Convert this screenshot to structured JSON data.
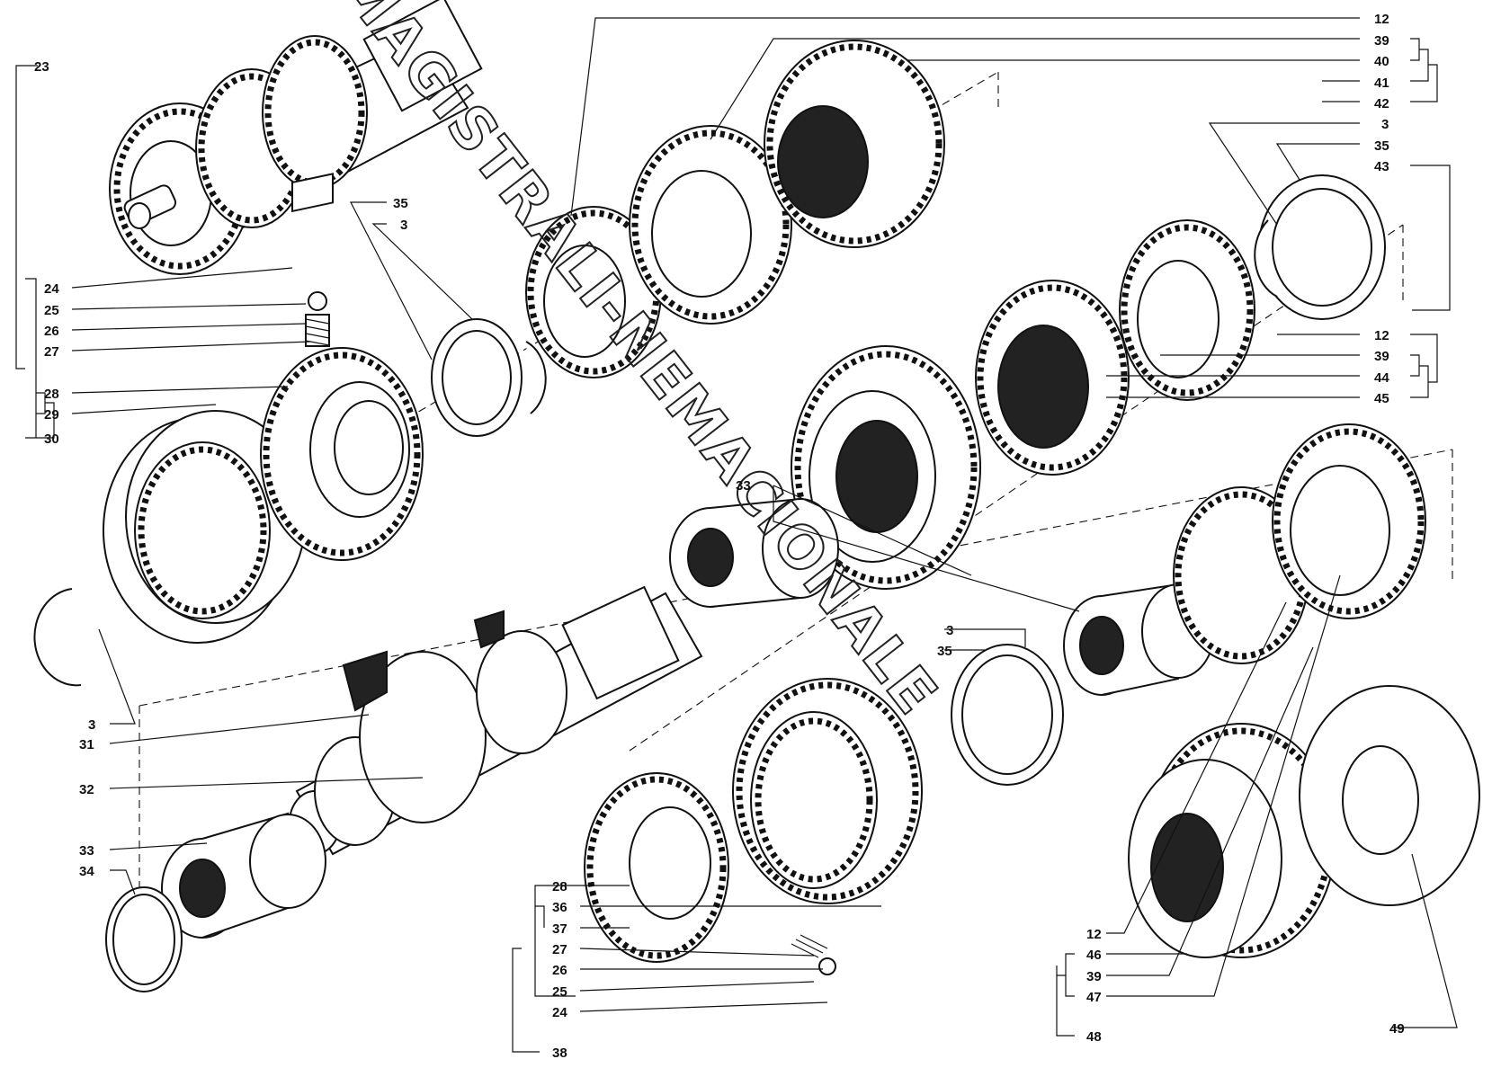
{
  "watermark": "MAGISTRALI-NEMACIONALE",
  "callouts": {
    "c12a": "12",
    "c39a": "39",
    "c40": "40",
    "c41": "41",
    "c42": "42",
    "c3a": "3",
    "c35a": "35",
    "c43": "43",
    "c12b": "12",
    "c39b": "39",
    "c44": "44",
    "c45": "45",
    "c23": "23",
    "c35b": "35",
    "c3b": "3",
    "c24a": "24",
    "c25a": "25",
    "c26a": "26",
    "c27a": "27",
    "c28a": "28",
    "c29": "29",
    "c30": "30",
    "c33a": "33",
    "c3c": "3",
    "c35c": "35",
    "c3d": "3",
    "c31": "31",
    "c32": "32",
    "c33b": "33",
    "c34": "34",
    "c28b": "28",
    "c36": "36",
    "c37": "37",
    "c27b": "27",
    "c26b": "26",
    "c25b": "25",
    "c24b": "24",
    "c38": "38",
    "c12c": "12",
    "c46": "46",
    "c39c": "39",
    "c47": "47",
    "c48": "48",
    "c49": "49"
  }
}
